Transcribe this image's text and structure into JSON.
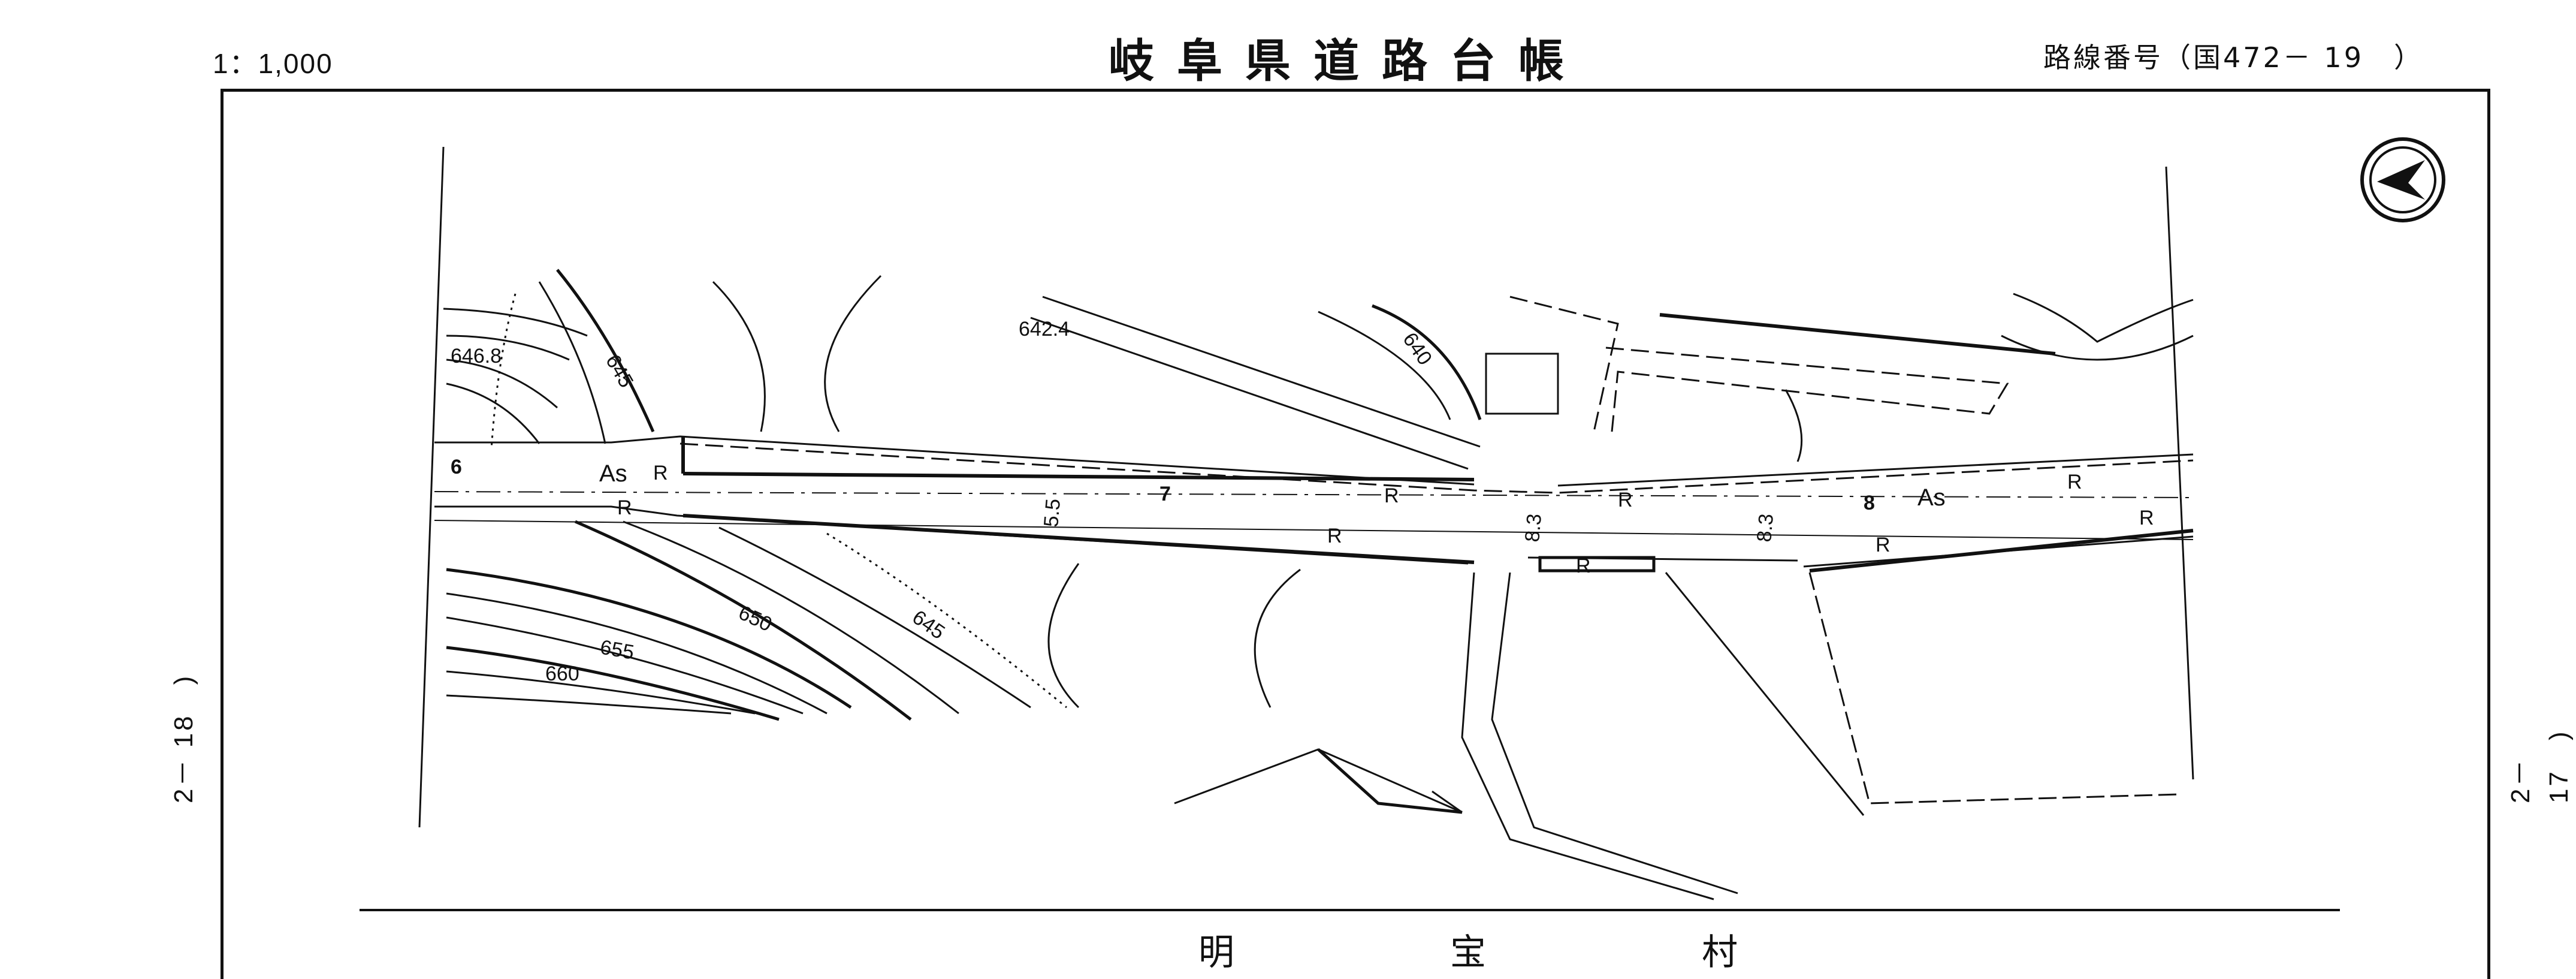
{
  "header": {
    "scale": "1：1,000",
    "title": "岐阜県道路台帳",
    "route_number": "路線番号（国472－ 19　）"
  },
  "margins": {
    "left_sheet_ref": "2－ 18　)",
    "right_sheet_ref": "2－ 17　)"
  },
  "footer": {
    "village": "明　宝　村"
  },
  "map_labels": {
    "spot_height": "646.8",
    "elevation_point": "642.4",
    "contours": [
      "645",
      "640",
      "650",
      "645",
      "655",
      "660"
    ],
    "station_6": "6",
    "station_7": "7",
    "station_8": "8",
    "surface_1": "As",
    "surface_2": "As",
    "width_1": "5.5",
    "width_2": "8.3",
    "width_3": "8.3",
    "R": "R"
  },
  "icons": {
    "north": "north-arrow-icon"
  }
}
